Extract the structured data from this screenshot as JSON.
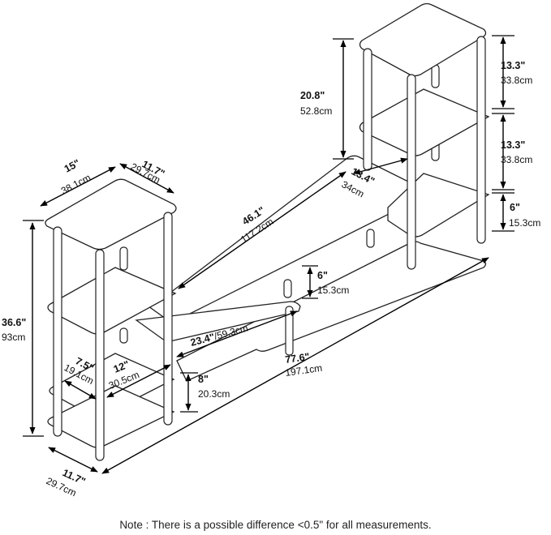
{
  "dimensions": {
    "total_height": {
      "in": "36.6\"",
      "cm": "93cm"
    },
    "total_width": {
      "in": "77.6\"",
      "cm": "197.1cm"
    },
    "middle_width": {
      "in": "46.1\"",
      "cm": "117.2cm"
    },
    "middle_depth": {
      "in": "13.4\"",
      "cm": "34cm"
    },
    "left_top_width": {
      "in": "15\"",
      "cm": "38.1cm"
    },
    "left_top_depth": {
      "in": "11.7\"",
      "cm": "29.7cm"
    },
    "right_top_height": {
      "in": "20.8\"",
      "cm": "52.8cm"
    },
    "right_gap_upper": {
      "in": "13.3\"",
      "cm": "33.8cm"
    },
    "right_gap_middle": {
      "in": "13.3\"",
      "cm": "33.8cm"
    },
    "right_gap_lower": {
      "in": "6\"",
      "cm": "15.3cm"
    },
    "center_gap": {
      "in": "6\"",
      "cm": "15.3cm"
    },
    "lower_shelf_width": {
      "in": "23.4\"",
      "cm": "/59.3cm"
    },
    "left_shelf_width": {
      "in": "12\"",
      "cm": "30.5cm"
    },
    "left_shelf_depth": {
      "in": "7.5\"",
      "cm": "19.1cm"
    },
    "bottom_gap": {
      "in": "8\"",
      "cm": "20.3cm"
    },
    "base_depth": {
      "in": "11.7\"",
      "cm": "29.7cm"
    }
  },
  "note": "Note : There is a possible difference <0.5\" for all measurements."
}
